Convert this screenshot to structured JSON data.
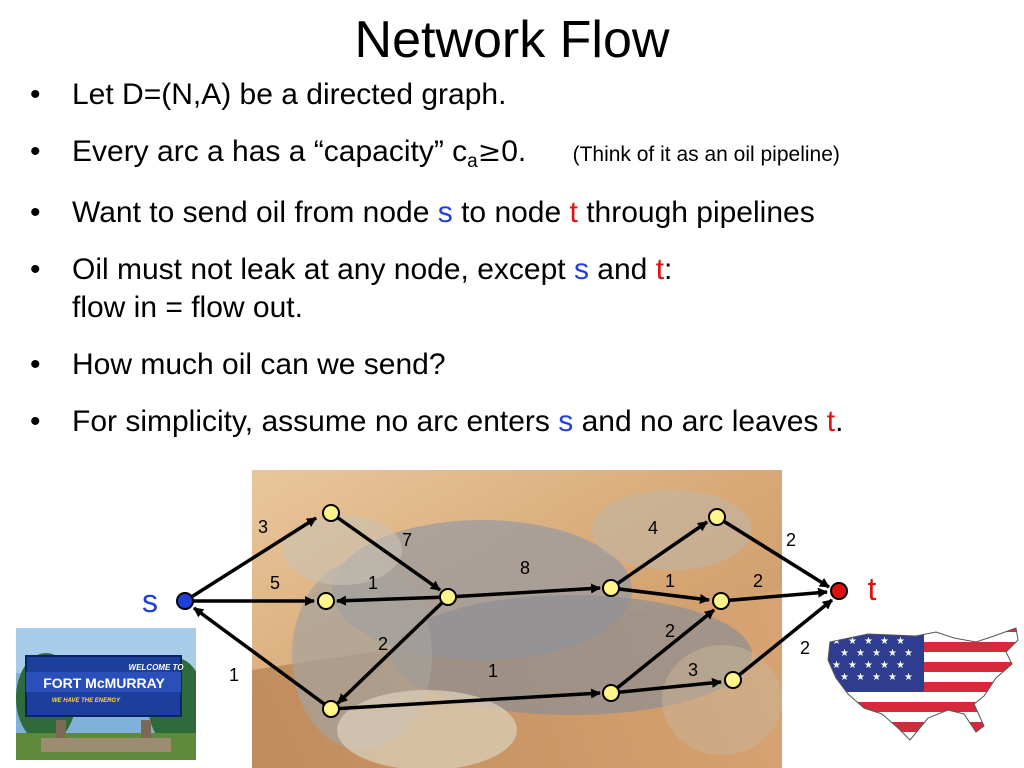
{
  "slide": {
    "title": "Network Flow",
    "bullet_glyph": "•",
    "bullets": {
      "b1": "Let D=(N,A) be a directed graph.",
      "b2_pre": "Every arc a has a “capacity” c",
      "b2_sub": "a",
      "b2_rel": "≥",
      "b2_post": "0.",
      "b2_note": "(Think of it as an oil pipeline)",
      "b3_pre": "Want to send oil from node ",
      "b3_s": "s",
      "b3_mid": " to node ",
      "b3_t": "t",
      "b3_post": " through pipelines",
      "b4_pre": "Oil must not leak at any node, except ",
      "b4_s": "s",
      "b4_mid": " and ",
      "b4_t": "t",
      "b4_post": ":",
      "b4_line2": "flow in = flow out.",
      "b5": "How much oil can we send?",
      "b6_pre": "For simplicity, assume no arc enters ",
      "b6_s": "s",
      "b6_mid": " and no arc leaves ",
      "b6_t": "t",
      "b6_post": "."
    }
  },
  "colors": {
    "source_node": "#1f3fd6",
    "sink_node": "#e01010",
    "inner_node": "#fff58a",
    "arc": "#000000"
  },
  "graph": {
    "source_label": "s",
    "sink_label": "t",
    "capacity_labels": {
      "s_a": "3",
      "s_b": "5",
      "e_s": "1",
      "a_c": "7",
      "c_b": "1",
      "c_e": "2",
      "c_d": "8",
      "e_h": "1",
      "d_f": "4",
      "d_g": "1",
      "h_g": "2",
      "h_i": "3",
      "f_t": "2",
      "g_t": "2",
      "i_t": "2"
    }
  },
  "images": {
    "background_photo": "oil-covered-bird-photo",
    "left_photo": "fort-mcmurray-welcome-sign",
    "right_photo": "us-flag-map",
    "sign_text_top": "WELCOME TO",
    "sign_text_main": "FORT McMURRAY",
    "sign_text_bottom": "WE HAVE THE ENERGY"
  }
}
